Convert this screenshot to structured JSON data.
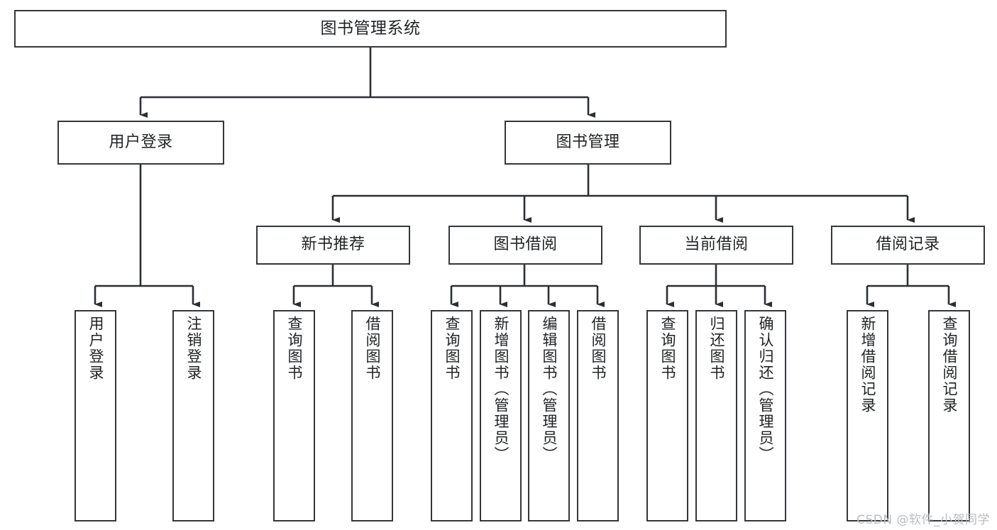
{
  "diagram": {
    "title": "图书管理系统",
    "type": "hierarchy-tree",
    "colors": {
      "box_border": "#33373b",
      "box_fill": "#ffffff",
      "connector": "#2b2f33",
      "text": "#1f2224",
      "watermark": "#b9bcbf",
      "background": "#ffffff"
    },
    "levels": [
      {
        "level": 0,
        "nodes": [
          {
            "id": "root",
            "label": "图书管理系统",
            "orientation": "horizontal"
          }
        ]
      },
      {
        "level": 1,
        "nodes": [
          {
            "id": "user-login",
            "label": "用户登录",
            "orientation": "horizontal",
            "parent": "root"
          },
          {
            "id": "book-management",
            "label": "图书管理",
            "orientation": "horizontal",
            "parent": "root"
          }
        ]
      },
      {
        "level": 2,
        "nodes": [
          {
            "id": "new-book-recommend",
            "label": "新书推荐",
            "orientation": "horizontal",
            "parent": "book-management"
          },
          {
            "id": "book-borrow",
            "label": "图书借阅",
            "orientation": "horizontal",
            "parent": "book-management"
          },
          {
            "id": "current-borrow",
            "label": "当前借阅",
            "orientation": "horizontal",
            "parent": "book-management"
          },
          {
            "id": "borrow-record",
            "label": "借阅记录",
            "orientation": "horizontal",
            "parent": "book-management"
          }
        ]
      },
      {
        "level": 3,
        "nodes": [
          {
            "id": "leaf-user-login",
            "label": "用户登录",
            "orientation": "vertical",
            "parent": "user-login"
          },
          {
            "id": "leaf-logout-login",
            "label": "注销登录",
            "orientation": "vertical",
            "parent": "user-login"
          },
          {
            "id": "leaf-query-book-1",
            "label": "查询图书",
            "orientation": "vertical",
            "parent": "new-book-recommend"
          },
          {
            "id": "leaf-borrow-book-1",
            "label": "借阅图书",
            "orientation": "vertical",
            "parent": "new-book-recommend"
          },
          {
            "id": "leaf-query-book-2",
            "label": "查询图书",
            "orientation": "vertical",
            "parent": "book-borrow"
          },
          {
            "id": "leaf-add-book",
            "label": "新增图书（管理员）",
            "orientation": "vertical",
            "parent": "book-borrow"
          },
          {
            "id": "leaf-edit-book",
            "label": "编辑图书（管理员）",
            "orientation": "vertical",
            "parent": "book-borrow"
          },
          {
            "id": "leaf-borrow-book-2",
            "label": "借阅图书",
            "orientation": "vertical",
            "parent": "book-borrow"
          },
          {
            "id": "leaf-query-book-3",
            "label": "查询图书",
            "orientation": "vertical",
            "parent": "current-borrow"
          },
          {
            "id": "leaf-return-book",
            "label": "归还图书",
            "orientation": "vertical",
            "parent": "current-borrow"
          },
          {
            "id": "leaf-confirm-return",
            "label": "确认归还（管理员）",
            "orientation": "vertical",
            "parent": "current-borrow"
          },
          {
            "id": "leaf-add-borrow-record",
            "label": "新增借阅记录",
            "orientation": "vertical",
            "parent": "borrow-record"
          },
          {
            "id": "leaf-query-borrow-record",
            "label": "查询借阅记录",
            "orientation": "vertical",
            "parent": "borrow-record"
          }
        ]
      }
    ]
  },
  "watermark": {
    "text": "CSDN @软件_小贺同学"
  }
}
